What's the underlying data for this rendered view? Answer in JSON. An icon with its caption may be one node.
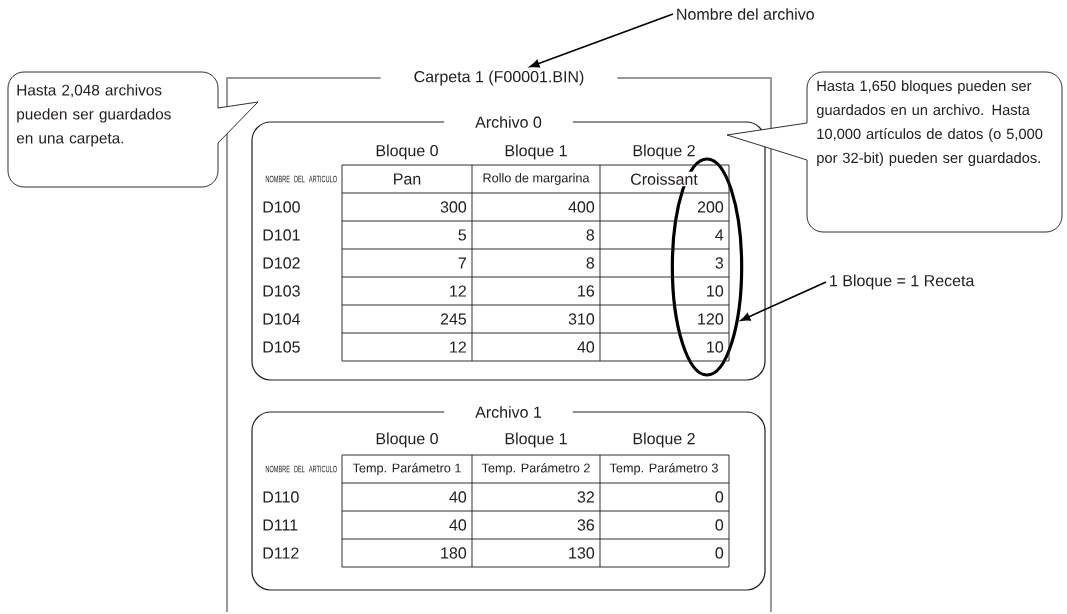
{
  "diagram": {
    "nodes": [
      {
        "text": [
          "Carpeta 1 (F00001.BIN)"
        ]
      },
      {
        "text": [
          "Archivo 0"
        ],
        "in": 0
      },
      {
        "text": [
          "Archivo 1"
        ],
        "in": 0
      },
      {
        "text": [
          "Hasta 2,048 archivos pueden ser guardados en una carpeta."
        ]
      },
      {
        "text": [
          "Hasta 1,650 bloques pueden ser guardados en un archivo. Hasta 10,000 artículos de datos (o 5,000 por 32-bit) pueden ser guardados."
        ]
      },
      {
        "text": [
          "Nombre del archivo"
        ]
      },
      {
        "text": [],
        "shape": "ellipse",
        "in": 1
      },
      {
        "text": [
          "1 Bloque = 1 Receta"
        ]
      }
    ],
    "edges": [
      {
        "from": 5,
        "to": 0,
        "arrow": "to"
      },
      {
        "from": 7,
        "to": 6,
        "arrow": "to"
      }
    ],
    "labels": [
      "Bloque 0",
      "Bloque 1",
      "Bloque 2",
      "NOMBRE DEL ARTICULO",
      "Pan",
      "Rollo de margarina",
      "Croissant",
      "D100",
      "300",
      "400",
      "200",
      "D101",
      "5",
      "8",
      "4",
      "D102",
      "7",
      "8",
      "3",
      "D103",
      "12",
      "16",
      "10",
      "D104",
      "245",
      "310",
      "120",
      "D105",
      "12",
      "40",
      "10",
      "Bloque 0",
      "Bloque 1",
      "Bloque 2",
      "NOMBRE DEL ARTICULO",
      "Temp. Parámetro 1",
      "Temp. Parámetro 2",
      "Temp. Parámetro 3",
      "D110",
      "40",
      "32",
      "0",
      "D111",
      "40",
      "36",
      "0",
      "D112",
      "180",
      "130",
      "0"
    ]
  }
}
